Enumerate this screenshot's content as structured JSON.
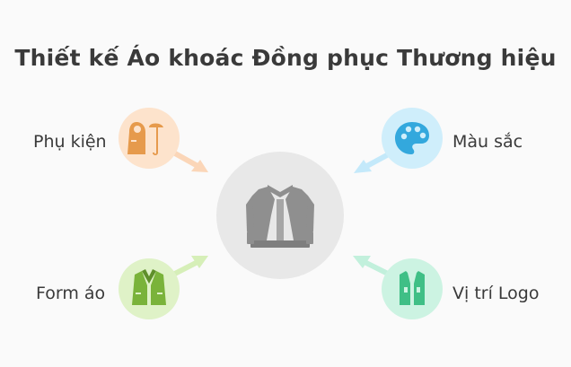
{
  "title": "Thiết kế Áo khoác Đồng phục Thương hiệu",
  "center": {
    "icon": "jacket-icon"
  },
  "nodes": [
    {
      "id": "tl",
      "label": "Phụ kiện",
      "icon": "coat-umbrella-icon",
      "color": "#e69a4c",
      "bg": "#fde3cc"
    },
    {
      "id": "tr",
      "label": "Màu sắc",
      "icon": "palette-icon",
      "color": "#33a8dd",
      "bg": "#cfeefb"
    },
    {
      "id": "bl",
      "label": "Form áo",
      "icon": "blazer-icon",
      "color": "#7ab33a",
      "bg": "#dff2c7"
    },
    {
      "id": "br",
      "label": "Vị trí Logo",
      "icon": "vest-icon",
      "color": "#3fbf86",
      "bg": "#ccf3e2"
    }
  ],
  "colors": {
    "center_bg": "#e8e8e8",
    "center_icon": "#8f8f8f"
  }
}
